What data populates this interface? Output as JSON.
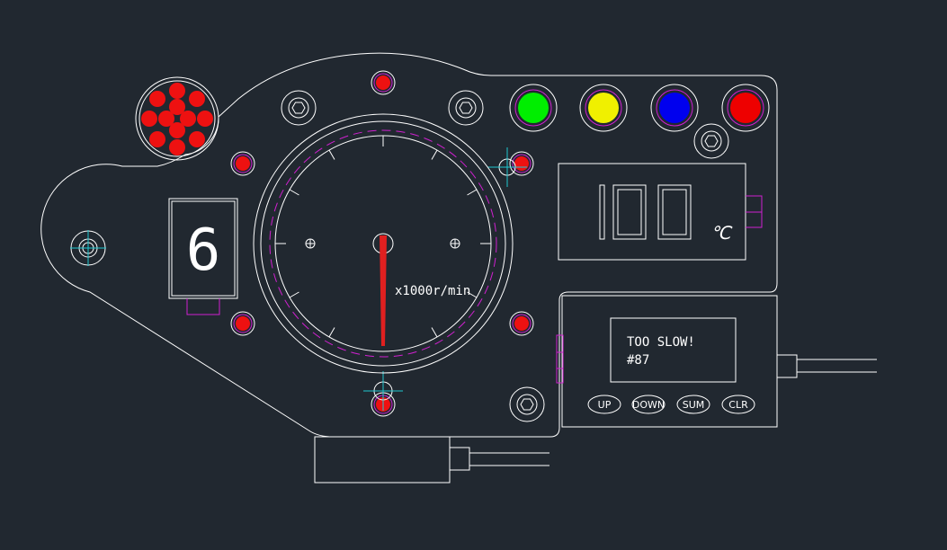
{
  "gear_display": {
    "value": "6"
  },
  "temperature_display": {
    "value": "100",
    "unit": "℃"
  },
  "tachometer": {
    "unit_label": "x1000r/min",
    "needle_color": "#e02020"
  },
  "lcd": {
    "line1": "TOO SLOW!",
    "line2": "#87"
  },
  "buttons": [
    {
      "label": "UP"
    },
    {
      "label": "DOWN"
    },
    {
      "label": "SUM"
    },
    {
      "label": "CLR"
    }
  ],
  "indicator_lights": [
    {
      "name": "green-light",
      "color": "#00ee00"
    },
    {
      "name": "yellow-light",
      "color": "#f0f000"
    },
    {
      "name": "blue-light",
      "color": "#0000ee"
    },
    {
      "name": "red-light",
      "color": "#ee0000"
    }
  ],
  "colors": {
    "background": "#212830",
    "line": "#ffffff",
    "accent_magenta": "#d020d0",
    "accent_cyan": "#20c8d0",
    "led_red": "#ee1111"
  }
}
